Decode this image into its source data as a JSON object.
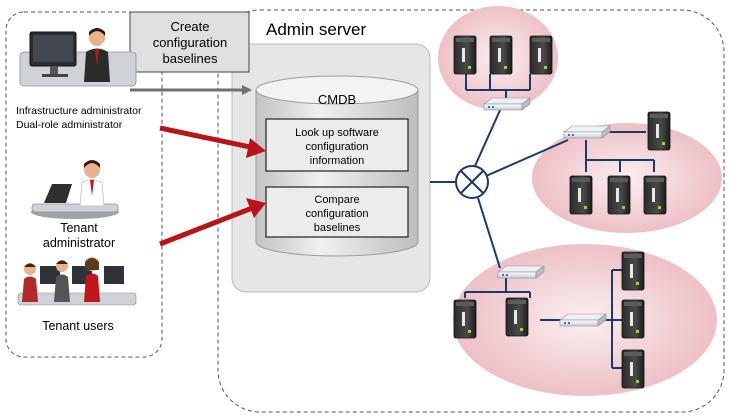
{
  "roles": {
    "infra_admin": "Infrastructure administrator",
    "dual_admin": "Dual-role administrator",
    "tenant_admin_line1": "Tenant",
    "tenant_admin_line2": "administrator",
    "tenant_users": "Tenant users"
  },
  "admin_server": {
    "title": "Admin server",
    "database_label": "CMDB",
    "function_lookup": [
      "Look up software",
      "configuration",
      "information"
    ],
    "function_compare": [
      "Compare",
      "configuration",
      "baselines"
    ]
  },
  "action_box": [
    "Create",
    "configuration",
    "baselines"
  ],
  "icons": [
    "desktop-workstation-icon",
    "tenant-admin-laptop-icon",
    "tenant-users-icon",
    "database-cylinder-icon",
    "network-hub-icon",
    "server-tower-icon",
    "network-switch-icon"
  ],
  "colors": {
    "arrow_red": "#b8141a",
    "arrow_gray": "#707070",
    "cylinder": "#dcdcdc",
    "server_zone_pink": "#f2d1d5",
    "network_line": "#1a3a6a",
    "box_gray": "#e0e0e0"
  }
}
